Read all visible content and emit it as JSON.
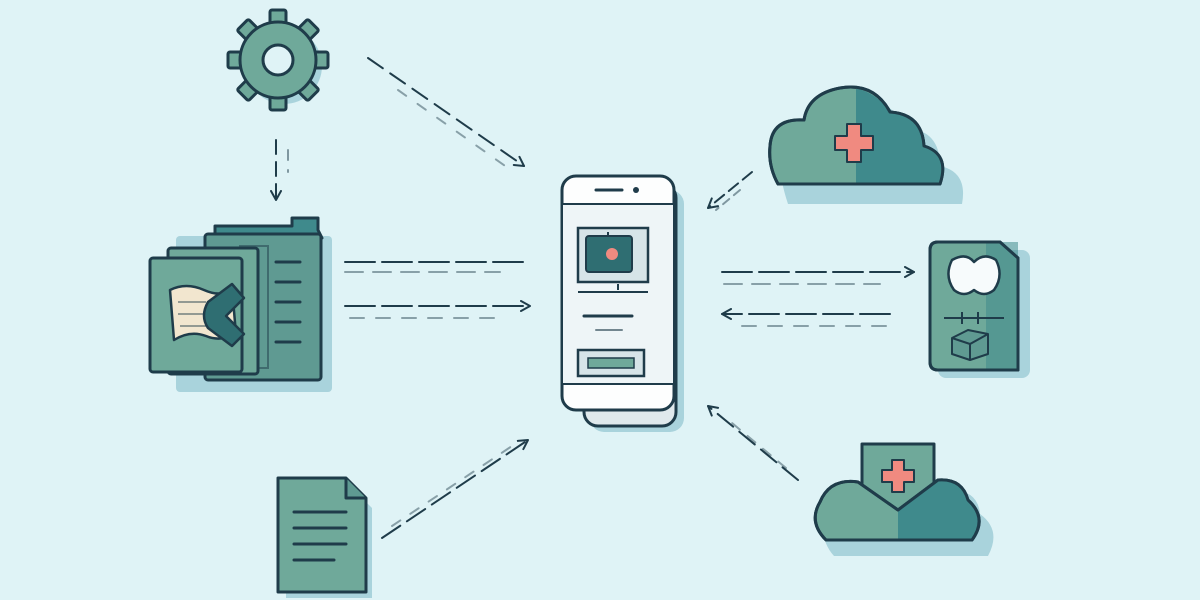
{
  "diagram": {
    "colors": {
      "background": "#dff3f6",
      "ink": "#1f3c4a",
      "teal_light": "#6fa99a",
      "teal_dark": "#3f8a8c",
      "accent_red": "#f08a80",
      "paper": "#f2e6cf",
      "white": "#fdfefe",
      "shadow": "#a9d3dc"
    },
    "nodes": [
      {
        "id": "gear",
        "icon": "gear-icon"
      },
      {
        "id": "folder",
        "icon": "folder-files-icon"
      },
      {
        "id": "document",
        "icon": "document-icon"
      },
      {
        "id": "phone",
        "icon": "smartphone-icon"
      },
      {
        "id": "cloud-top",
        "icon": "medical-cloud-icon"
      },
      {
        "id": "device-right",
        "icon": "medical-device-card-icon"
      },
      {
        "id": "cloud-bottom",
        "icon": "medical-cloud-shield-icon"
      }
    ]
  }
}
